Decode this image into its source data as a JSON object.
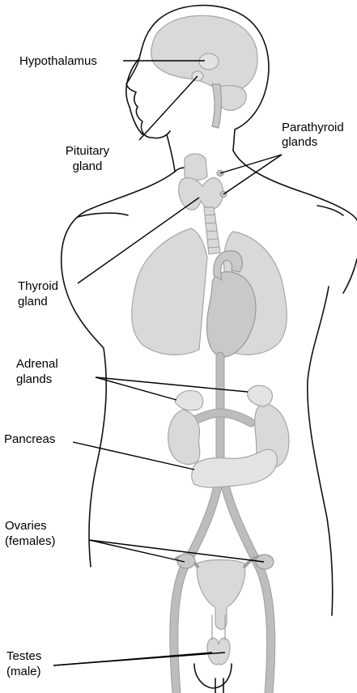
{
  "labels": {
    "hypothalamus": "Hypothalamus",
    "pituitary": [
      "Pituitary",
      "gland"
    ],
    "parathyroid": [
      "Parathyroid",
      "glands"
    ],
    "thyroid": [
      "Thyroid",
      "gland"
    ],
    "adrenal": [
      "Adrenal",
      "glands"
    ],
    "pancreas": "Pancreas",
    "ovaries": [
      "Ovaries",
      "(females)"
    ],
    "testes": [
      "Testes",
      "(male)"
    ]
  }
}
